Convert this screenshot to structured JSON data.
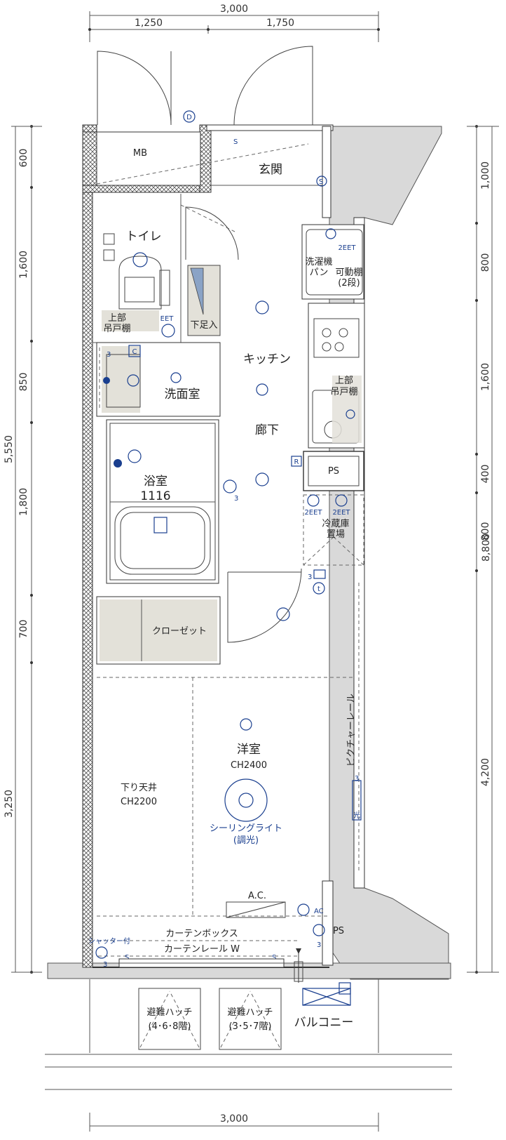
{
  "dimensions": {
    "top_total": "3,000",
    "top_left": "1,250",
    "top_right": "1,750",
    "bottom_total": "3,000",
    "left_total": "5,550",
    "left_segments": [
      "600",
      "1,600",
      "850",
      "1,800",
      "700",
      "3,250"
    ],
    "right_total": "8,800",
    "right_segments": [
      "1,000",
      "800",
      "1,600",
      "400",
      "800",
      "4,200"
    ]
  },
  "rooms": {
    "mb": "MB",
    "entrance": "玄関",
    "toilet": "トイレ",
    "toilet_shelf_1": "上部",
    "toilet_shelf_2": "吊戸棚",
    "shoe_box": "下足入",
    "washer_1": "洗濯機",
    "washer_2": "パン",
    "shelf_1": "可動棚",
    "shelf_2": "(2段)",
    "kitchen": "キッチン",
    "kitchen_shelf_1": "上部",
    "kitchen_shelf_2": "吊戸棚",
    "washroom": "洗面室",
    "hallway": "廊下",
    "ps": "PS",
    "bath_1": "浴室",
    "bath_2": "1116",
    "fridge_1": "冷蔵庫",
    "fridge_2": "置場",
    "closet": "クローゼット",
    "western_room": "洋室",
    "western_ch": "CH2400",
    "lowered_ceiling": "下り天井",
    "lowered_ch": "CH2200",
    "ceiling_light_1": "シーリングライト",
    "ceiling_light_2": "(調光)",
    "picture_rail": "ピクチャーレール",
    "ac": "A.C.",
    "ac_outlet": "AC",
    "ps2": "PS",
    "curtain_box": "カーテンボックス",
    "curtain_rail": "カーテンレール W",
    "shutter": "シャッター付",
    "balcony": "バルコニー",
    "hatch1_1": "避難ハッチ",
    "hatch1_2": "(4･6･8階)",
    "hatch2_1": "避難ハッチ",
    "hatch2_2": "(3･5･7階)"
  },
  "symbols": {
    "d_mark": "D",
    "s_mark": "S",
    "c_mark": "C",
    "r_mark": "R",
    "t_mark": "t",
    "eet": "EET",
    "two_eet": "2EET",
    "three": "3",
    "hikari": "光"
  },
  "colors": {
    "symbol_blue": "#1a3f8f",
    "storage_fill": "#e3e1d9",
    "exterior_gray": "#d9d9d9"
  }
}
